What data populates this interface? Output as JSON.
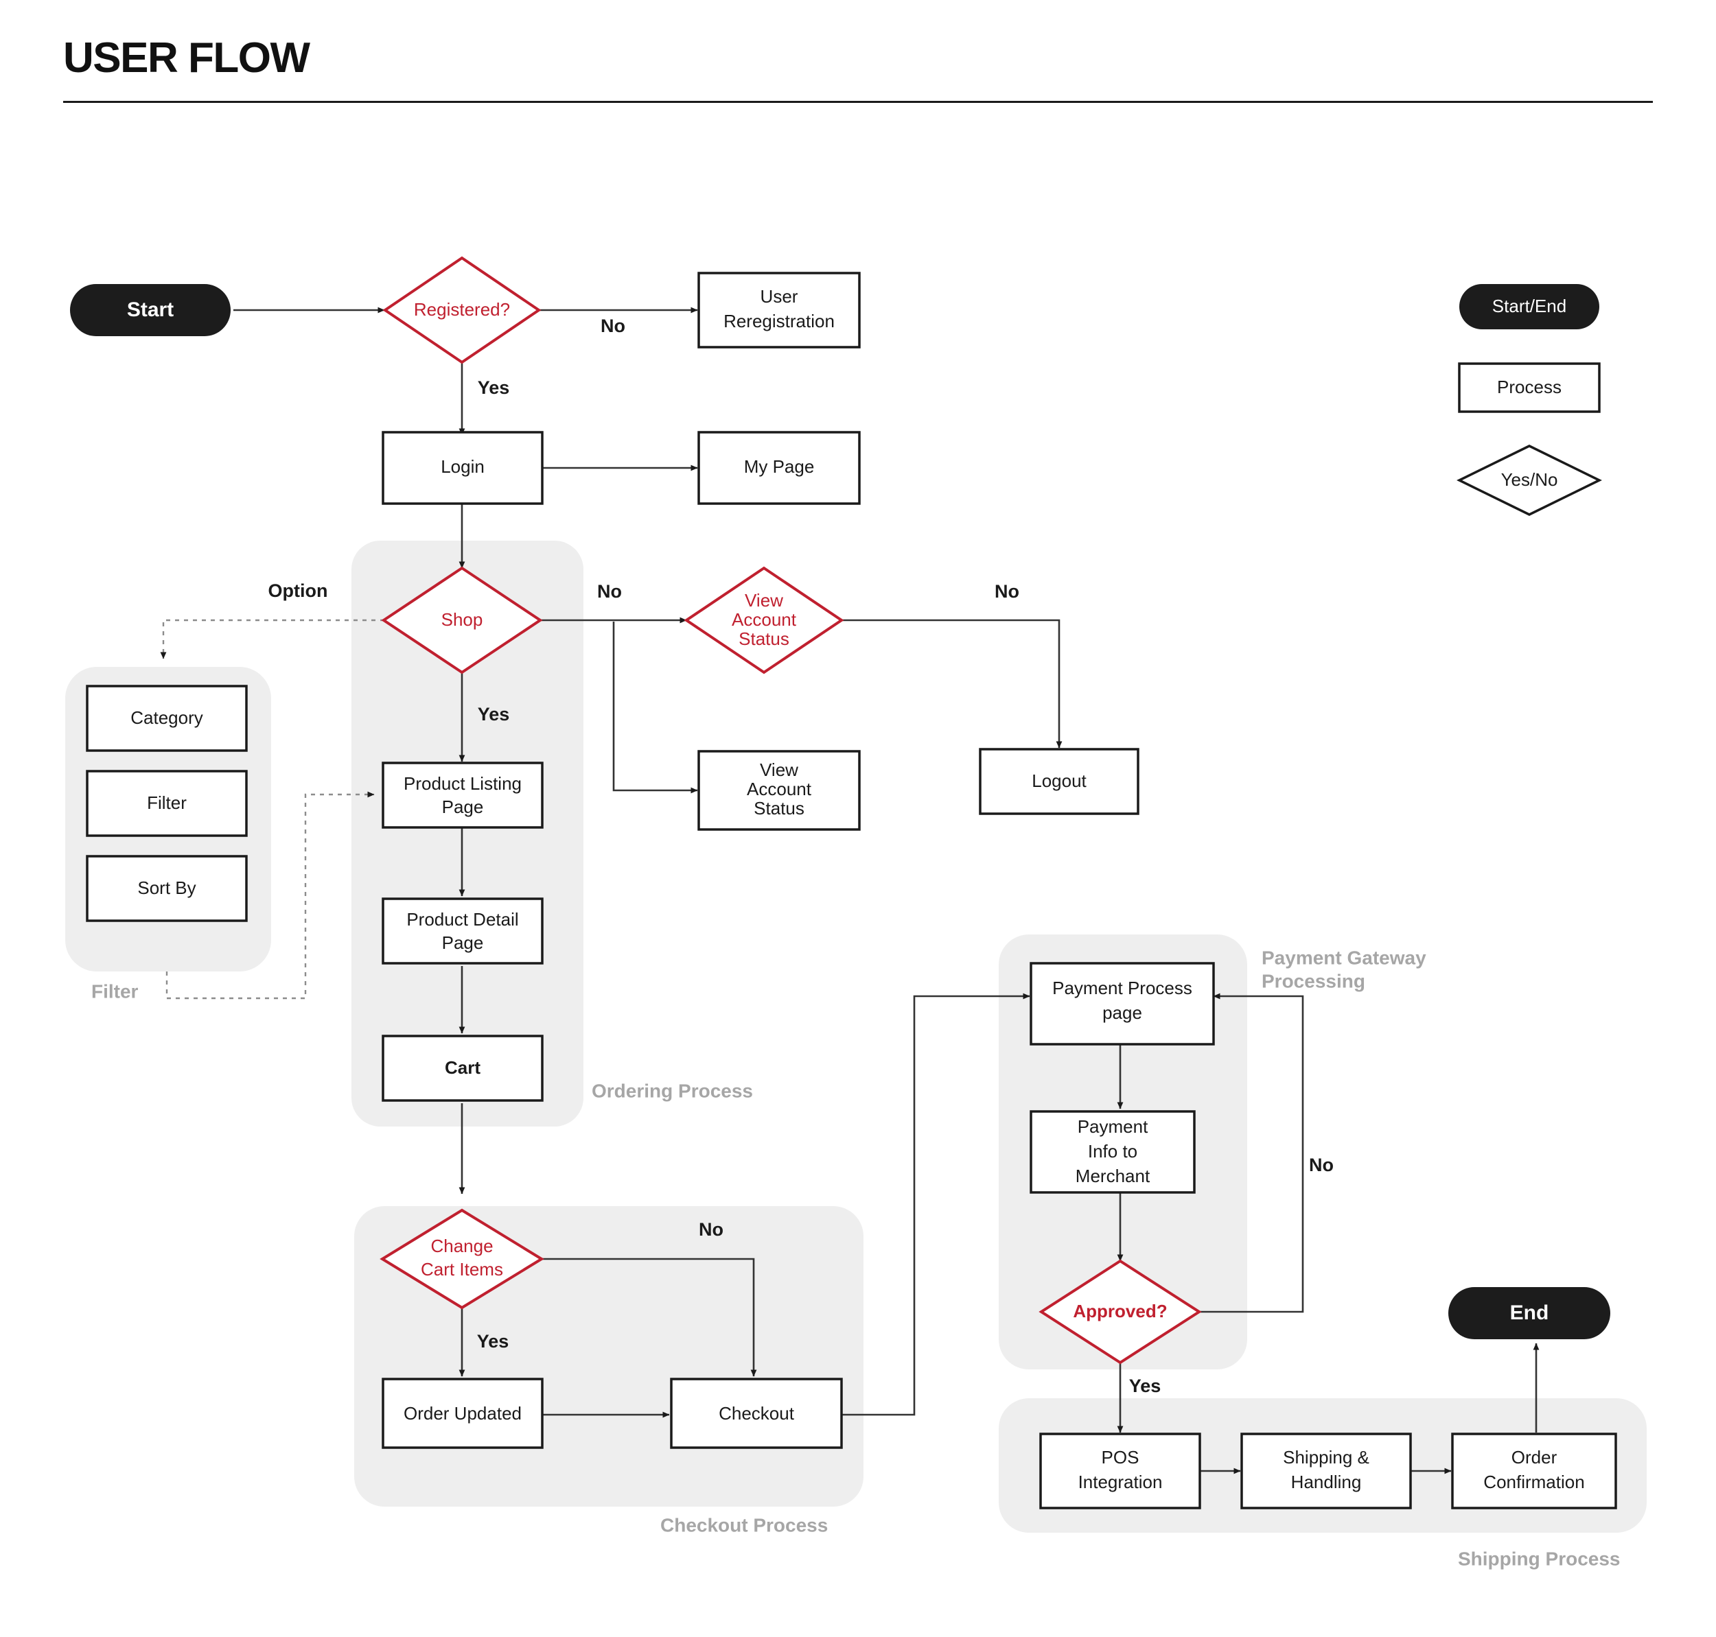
{
  "header": {
    "title": "USER FLOW"
  },
  "legend": {
    "items": [
      {
        "label": "Start/End",
        "shape": "pill",
        "style": "filled-black"
      },
      {
        "label": "Process",
        "shape": "rectangle",
        "style": "outline-black"
      },
      {
        "label": "Yes/No",
        "shape": "diamond",
        "style": "outline-black"
      }
    ]
  },
  "groups": [
    {
      "id": "ordering",
      "label": "Ordering Process"
    },
    {
      "id": "filter",
      "label": "Filter"
    },
    {
      "id": "checkout",
      "label": "Checkout Process"
    },
    {
      "id": "payment",
      "label": "Payment Gateway Processing"
    },
    {
      "id": "shipping",
      "label": "Shipping Process"
    }
  ],
  "nodes": {
    "start": "Start",
    "registered": "Registered?",
    "user_reregistration_l1": "User",
    "user_reregistration_l2": "Reregistration",
    "login": "Login",
    "my_page": "My Page",
    "shop": "Shop",
    "view_account_status_diamond_l1": "View",
    "view_account_status_diamond_l2": "Account",
    "view_account_status_diamond_l3": "Status",
    "view_account_status_box_l1": "View",
    "view_account_status_box_l2": "Account",
    "view_account_status_box_l3": "Status",
    "logout": "Logout",
    "category": "Category",
    "filter": "Filter",
    "sort_by": "Sort By",
    "product_listing_l1": "Product Listing",
    "product_listing_l2": "Page",
    "product_detail_l1": "Product Detail",
    "product_detail_l2": "Page",
    "cart": "Cart",
    "change_cart_items_l1": "Change",
    "change_cart_items_l2": "Cart Items",
    "order_updated": "Order Updated",
    "checkout": "Checkout",
    "payment_process_l1": "Payment Process",
    "payment_process_l2": "page",
    "payment_info_l1": "Payment",
    "payment_info_l2": "Info to",
    "payment_info_l3": "Merchant",
    "approved": "Approved?",
    "pos_integration_l1": "POS",
    "pos_integration_l2": "Integration",
    "shipping_handling_l1": "Shipping &",
    "shipping_handling_l2": "Handling",
    "order_confirmation_l1": "Order",
    "order_confirmation_l2": "Confirmation",
    "end": "End"
  },
  "edge_labels": {
    "registered_no": "No",
    "registered_yes": "Yes",
    "shop_option": "Option",
    "shop_no": "No",
    "shop_yes": "Yes",
    "view_account_no": "No",
    "change_cart_no": "No",
    "change_cart_yes": "Yes",
    "approved_no": "No",
    "approved_yes": "Yes"
  },
  "colors": {
    "decision_red": "#c0202f",
    "terminator_black": "#1c1c1c",
    "group_grey": "#eeeeee",
    "group_label_grey": "#a6a6a6",
    "connector": "#333333"
  }
}
